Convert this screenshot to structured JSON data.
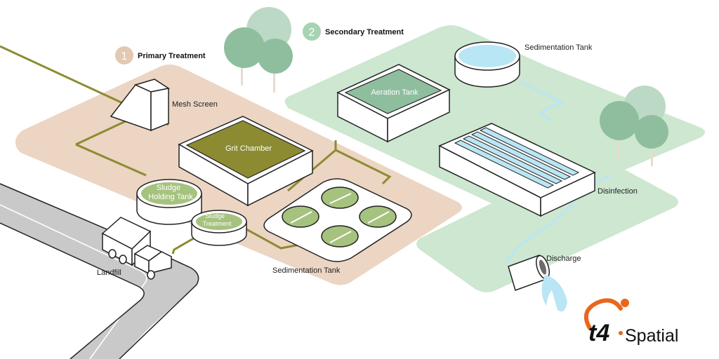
{
  "stages": {
    "primary": {
      "number": "1",
      "title": "Primary Treatment"
    },
    "secondary": {
      "number": "2",
      "title": "Secondary Treatment"
    }
  },
  "components": {
    "mesh_screen": "Mesh Screen",
    "grit_chamber": "Grit Chamber",
    "sludge_holding_tank": [
      "Sludge",
      "Holding Tank"
    ],
    "sludge_treatment": [
      "Sludge",
      "Treatment"
    ],
    "primary_sedimentation_tank": "Sedimentation Tank",
    "landfill": "Landfill",
    "aeration_tank": "Aeration Tank",
    "secondary_sedimentation_tank": "Sedimentation Tank",
    "disinfection": "Disinfection",
    "discharge": "Discharge"
  },
  "logo": {
    "part1": "t4",
    "part2": "Spatial"
  },
  "colors": {
    "primary_zone": "#ecd5c3",
    "secondary_zone": "#cde7d1",
    "pipe": "#8c8b32",
    "water": "#b9e6f4",
    "road": "#c9c9c9",
    "tree": "#8fbe9e",
    "logo_accent": "#e8671c"
  }
}
